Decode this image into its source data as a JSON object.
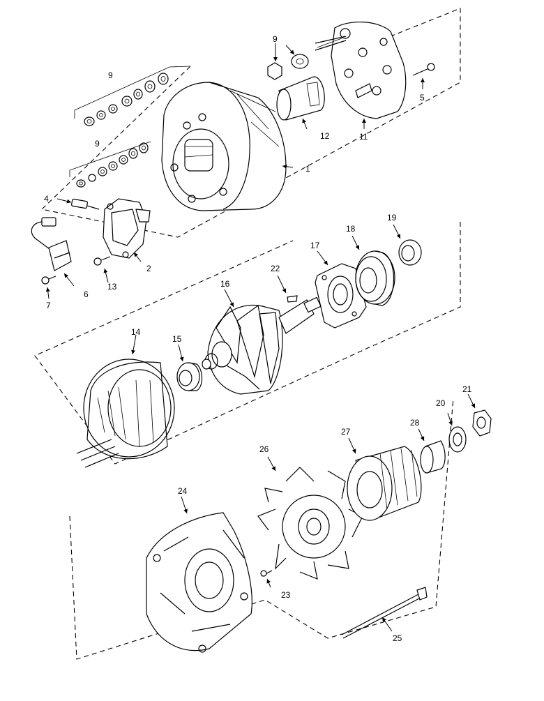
{
  "diagram": {
    "labels": {
      "l1": "1",
      "l2": "2",
      "l4": "4",
      "l5": "5",
      "l6": "6",
      "l7": "7",
      "l9a": "9",
      "l9b": "9",
      "l9c": "9",
      "l11": "11",
      "l12": "12",
      "l13": "13",
      "l14": "14",
      "l15": "15",
      "l16": "16",
      "l17": "17",
      "l18": "18",
      "l19": "19",
      "l20": "20",
      "l21": "21",
      "l22": "22",
      "l23": "23",
      "l24": "24",
      "l25": "25",
      "l26": "26",
      "l27": "27",
      "l28": "28"
    }
  }
}
